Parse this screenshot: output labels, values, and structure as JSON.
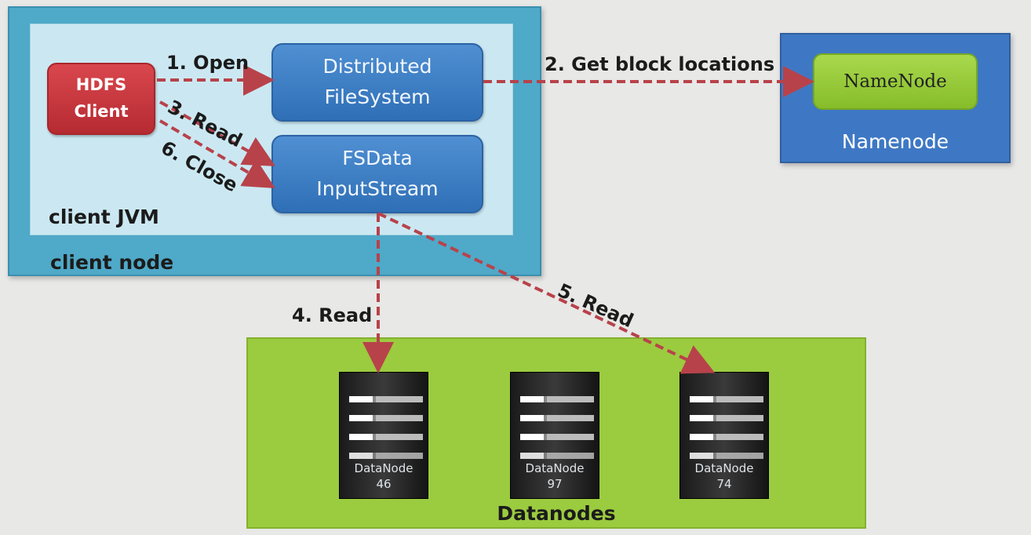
{
  "client_node": {
    "label": "client node"
  },
  "client_jvm": {
    "label": "client JVM"
  },
  "hdfs_client": {
    "line1": "HDFS",
    "line2": "Client"
  },
  "distributed_fs": {
    "line1": "Distributed",
    "line2": "FileSystem"
  },
  "fsdata_input": {
    "line1": "FSData",
    "line2": "InputStream"
  },
  "namenode": {
    "inner_label": "NameNode",
    "caption": "Namenode"
  },
  "datanodes": {
    "caption": "Datanodes",
    "servers": [
      {
        "label": "DataNode",
        "id": "46"
      },
      {
        "label": "DataNode",
        "id": "97"
      },
      {
        "label": "DataNode",
        "id": "74"
      }
    ]
  },
  "arrows": {
    "open": "1. Open",
    "get_block": "2. Get block locations",
    "read3": "3. Read",
    "read4": "4. Read",
    "read5": "5. Read",
    "close6": "6. Close"
  },
  "colors": {
    "arrow": "#b8424a",
    "client_node": "#4fa9c8",
    "client_jvm": "#cbe8f2",
    "namenode_box": "#3e78c4",
    "datanodes_box": "#9bcb3f"
  }
}
